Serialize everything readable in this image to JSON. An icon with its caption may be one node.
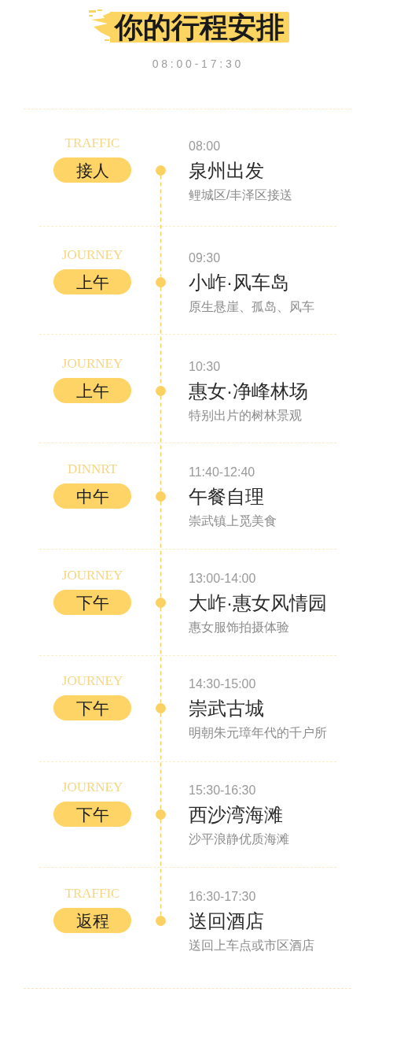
{
  "diagram": {
    "title": "你的行程安排",
    "nodes": [
      {
        "text": [
          "接人"
        ],
        "beside": [
          "TRAFFIC"
        ]
      },
      {
        "text": [],
        "shape": "circle",
        "beside": [
          "08:00",
          "泉州出发",
          "鲤城区/丰泽区接送"
        ]
      },
      {
        "text": [
          "上午"
        ],
        "beside": [
          "JOURNEY"
        ]
      },
      {
        "text": [],
        "shape": "circle",
        "beside": [
          "09:30",
          "小岞·风车岛",
          "原生悬崖、孤岛、风车"
        ]
      },
      {
        "text": [
          "上午"
        ],
        "beside": [
          "JOURNEY"
        ]
      },
      {
        "text": [],
        "shape": "circle",
        "beside": [
          "10:30",
          "惠女·净峰林场",
          "特别出片的树林景观"
        ]
      },
      {
        "text": [
          "中午"
        ],
        "beside": [
          "DINNRT"
        ]
      },
      {
        "text": [],
        "shape": "circle",
        "beside": [
          "11:40-12:40",
          "午餐自理",
          "崇武镇上觅美食"
        ]
      },
      {
        "text": [
          "下午"
        ],
        "beside": [
          "JOURNEY"
        ]
      },
      {
        "text": [],
        "shape": "circle",
        "beside": [
          "13:00-14:00",
          "大岞·惠女风情园",
          "惠女服饰拍摄体验"
        ]
      },
      {
        "text": [
          "下午"
        ],
        "beside": [
          "JOURNEY"
        ]
      },
      {
        "text": [],
        "shape": "circle",
        "beside": [
          "14:30-15:00",
          "崇武古城",
          "明朝朱元璋年代的千户所"
        ]
      },
      {
        "text": [
          "下午"
        ],
        "beside": [
          "JOURNEY"
        ]
      },
      {
        "text": [],
        "shape": "circle",
        "beside": [
          "15:30-16:30",
          "西沙湾海滩",
          "沙平浪静优质海滩"
        ]
      },
      {
        "text": [
          "返程"
        ],
        "beside": [
          "TRAFFIC"
        ]
      },
      {
        "text": [],
        "shape": "circle",
        "beside": [
          "16:30-17:30",
          "送回酒店",
          "送回上车点或市区酒店"
        ]
      }
    ],
    "edges": [
      {
        "from": 1,
        "to": 3,
        "arrow": "none",
        "style": "dashed"
      },
      {
        "from": 3,
        "to": 5,
        "arrow": "none",
        "style": "dashed"
      },
      {
        "from": 5,
        "to": 7,
        "arrow": "none",
        "style": "dashed"
      },
      {
        "from": 7,
        "to": 9,
        "arrow": "none",
        "style": "dashed"
      },
      {
        "from": 9,
        "to": 11,
        "arrow": "none",
        "style": "dashed"
      },
      {
        "from": 11,
        "to": 13,
        "arrow": "none",
        "style": "dashed"
      },
      {
        "from": 13,
        "to": 15,
        "arrow": "none",
        "style": "dashed"
      }
    ],
    "labels": [
      "08:00-17:30"
    ]
  }
}
